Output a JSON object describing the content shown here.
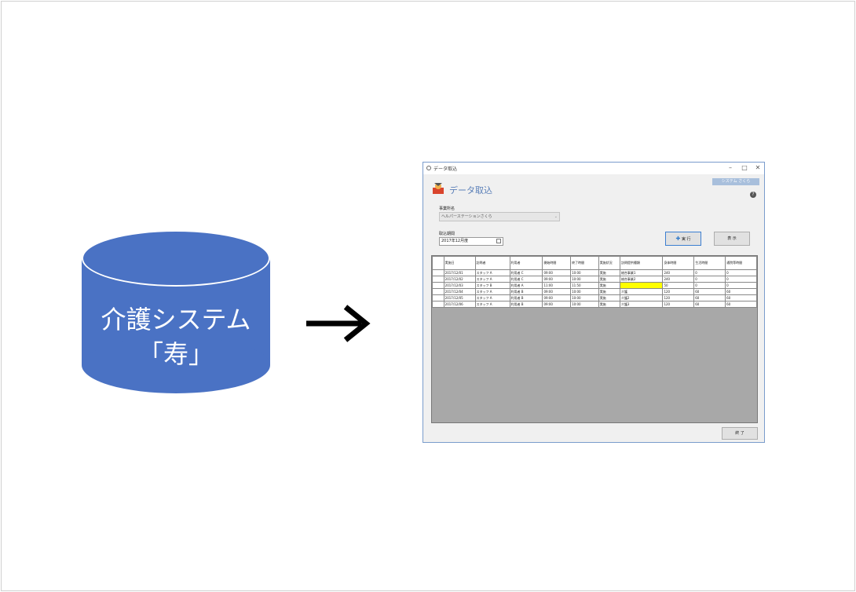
{
  "cylinder": {
    "line1": "介護システム",
    "line2": "「寿」"
  },
  "window": {
    "title": "データ取込",
    "system_badge": "システム さくら",
    "header_title": "データ取込",
    "help": "?",
    "office_label": "事業所名",
    "office_value": "ヘルパーステーションさくら",
    "period_label": "取込期間",
    "period_value": "2017年12月度",
    "exec_label": "実 行",
    "show_label": "表 示",
    "end_label": "終 了",
    "minimize": "–",
    "maximize": "□",
    "close": "✕"
  },
  "table": {
    "headers": [
      "",
      "実施日",
      "訪問者",
      "利用者",
      "開始時間",
      "終了時間",
      "実施状況",
      "訪問提供種類",
      "身体時間",
      "生活時間",
      "通院等時間"
    ],
    "rows": [
      [
        "",
        "2017/12/01",
        "スタッフ A",
        "利用者 C",
        "09:00",
        "10:00",
        "実施",
        "総合事業1",
        "240",
        "0",
        "0"
      ],
      [
        "",
        "2017/12/02",
        "スタッフ A",
        "利用者 C",
        "09:00",
        "10:00",
        "実施",
        "総合事業2",
        "240",
        "0",
        "0"
      ],
      [
        "",
        "2017/12/03",
        "スタッフ B",
        "利用者 A",
        "11:00",
        "11:50",
        "実施",
        "",
        "50",
        "0",
        "0"
      ],
      [
        "",
        "2017/12/04",
        "スタッフ A",
        "利用者 B",
        "09:00",
        "10:00",
        "実施",
        "介護",
        "120",
        "60",
        "60"
      ],
      [
        "",
        "2017/12/05",
        "スタッフ A",
        "利用者 B",
        "09:00",
        "10:00",
        "実施",
        "介護2",
        "120",
        "60",
        "60"
      ],
      [
        "",
        "2017/12/06",
        "スタッフ A",
        "利用者 B",
        "09:00",
        "10:00",
        "実施",
        "介護3",
        "120",
        "60",
        "60"
      ]
    ]
  }
}
